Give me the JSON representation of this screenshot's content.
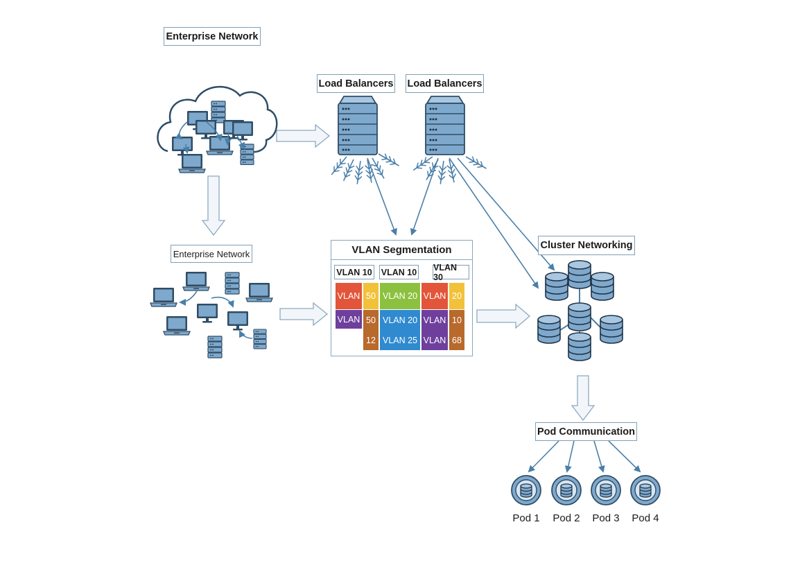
{
  "colors": {
    "line": "#4a7fa8",
    "device_fill": "#7fa9cc",
    "device_stroke": "#2f4d66",
    "block_arrow_fill": "#f2f6fa",
    "block_arrow_stroke": "#8ea9bf",
    "vlan_red": "#e2553a",
    "vlan_yellow": "#f2c13a",
    "vlan_green": "#8cc13f",
    "vlan_purple": "#6e3f9c",
    "vlan_brown": "#b8692c",
    "vlan_blue": "#2f8ad0"
  },
  "labels": {
    "enterprise_top": "Enterprise Network",
    "enterprise_mid": "Enterprise Network",
    "load_balancer_1": "Load Balancers",
    "load_balancer_2": "Load Balancers",
    "vlan_segmentation": "VLAN Segmentation",
    "cluster_networking": "Cluster Networking",
    "pod_communication": "Pod Communication"
  },
  "vlan": {
    "tags": [
      "VLAN 10",
      "VLAN 10",
      "VLAN 30"
    ],
    "grid": {
      "col1": {
        "row1": [
          "VLAN"
        ],
        "row2": [
          "VLAN"
        ]
      },
      "col2": {
        "row1": [
          "50"
        ],
        "row2": [
          "50",
          "12"
        ]
      },
      "col3": {
        "row1": [
          "VLAN 20"
        ],
        "row2": [
          "VLAN 20",
          "VLAN 25"
        ]
      },
      "col4": {
        "row1": [
          "VLAN"
        ],
        "row2": [
          "VLAN",
          "VLAN"
        ]
      },
      "col5": {
        "row1": [
          "20"
        ],
        "row2": [
          "10",
          "68"
        ]
      }
    }
  },
  "pods": [
    {
      "label": "Pod 1"
    },
    {
      "label": "Pod 2"
    },
    {
      "label": "Pod 3"
    },
    {
      "label": "Pod 4"
    }
  ],
  "icons": {
    "cloud": "cloud-network-icon",
    "server": "server-rack-icon",
    "laptop": "laptop-icon",
    "monitor": "desktop-monitor-icon",
    "database": "database-cylinder-icon",
    "pod": "pod-icon"
  }
}
